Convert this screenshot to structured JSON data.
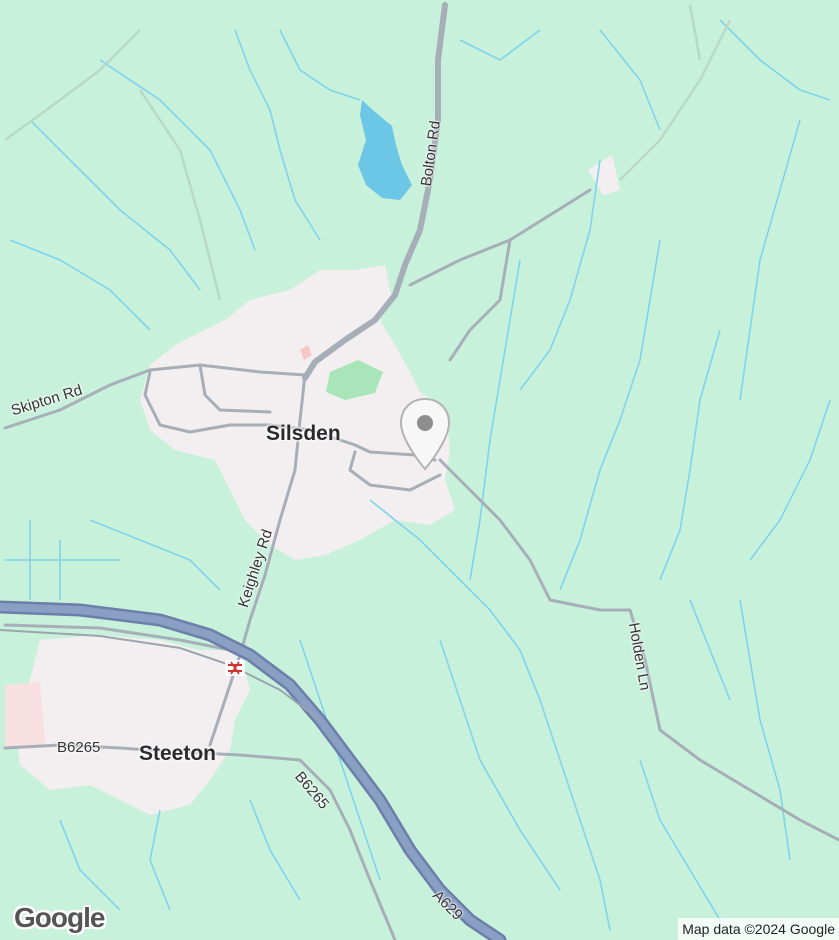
{
  "map": {
    "towns": [
      {
        "name": "Silsden"
      },
      {
        "name": "Steeton"
      }
    ],
    "roads": [
      {
        "name": "Bolton Rd"
      },
      {
        "name": "Skipton Rd"
      },
      {
        "name": "Keighley Rd"
      },
      {
        "name": "Holden Ln"
      },
      {
        "name": "B6265"
      },
      {
        "name": "B6265"
      },
      {
        "name": "A629"
      }
    ],
    "attribution": "Map data ©2024 Google",
    "logo": "Google",
    "marker_icon": "location-pin-icon",
    "station_icon": "railway-station-icon",
    "colors": {
      "land": "#c8f1dc",
      "urban": "#f3eef0",
      "water": "#6cc6e6",
      "main_road": "#8a9fc4",
      "minor_road": "#a6afb7",
      "park": "#a8e6b9"
    }
  }
}
